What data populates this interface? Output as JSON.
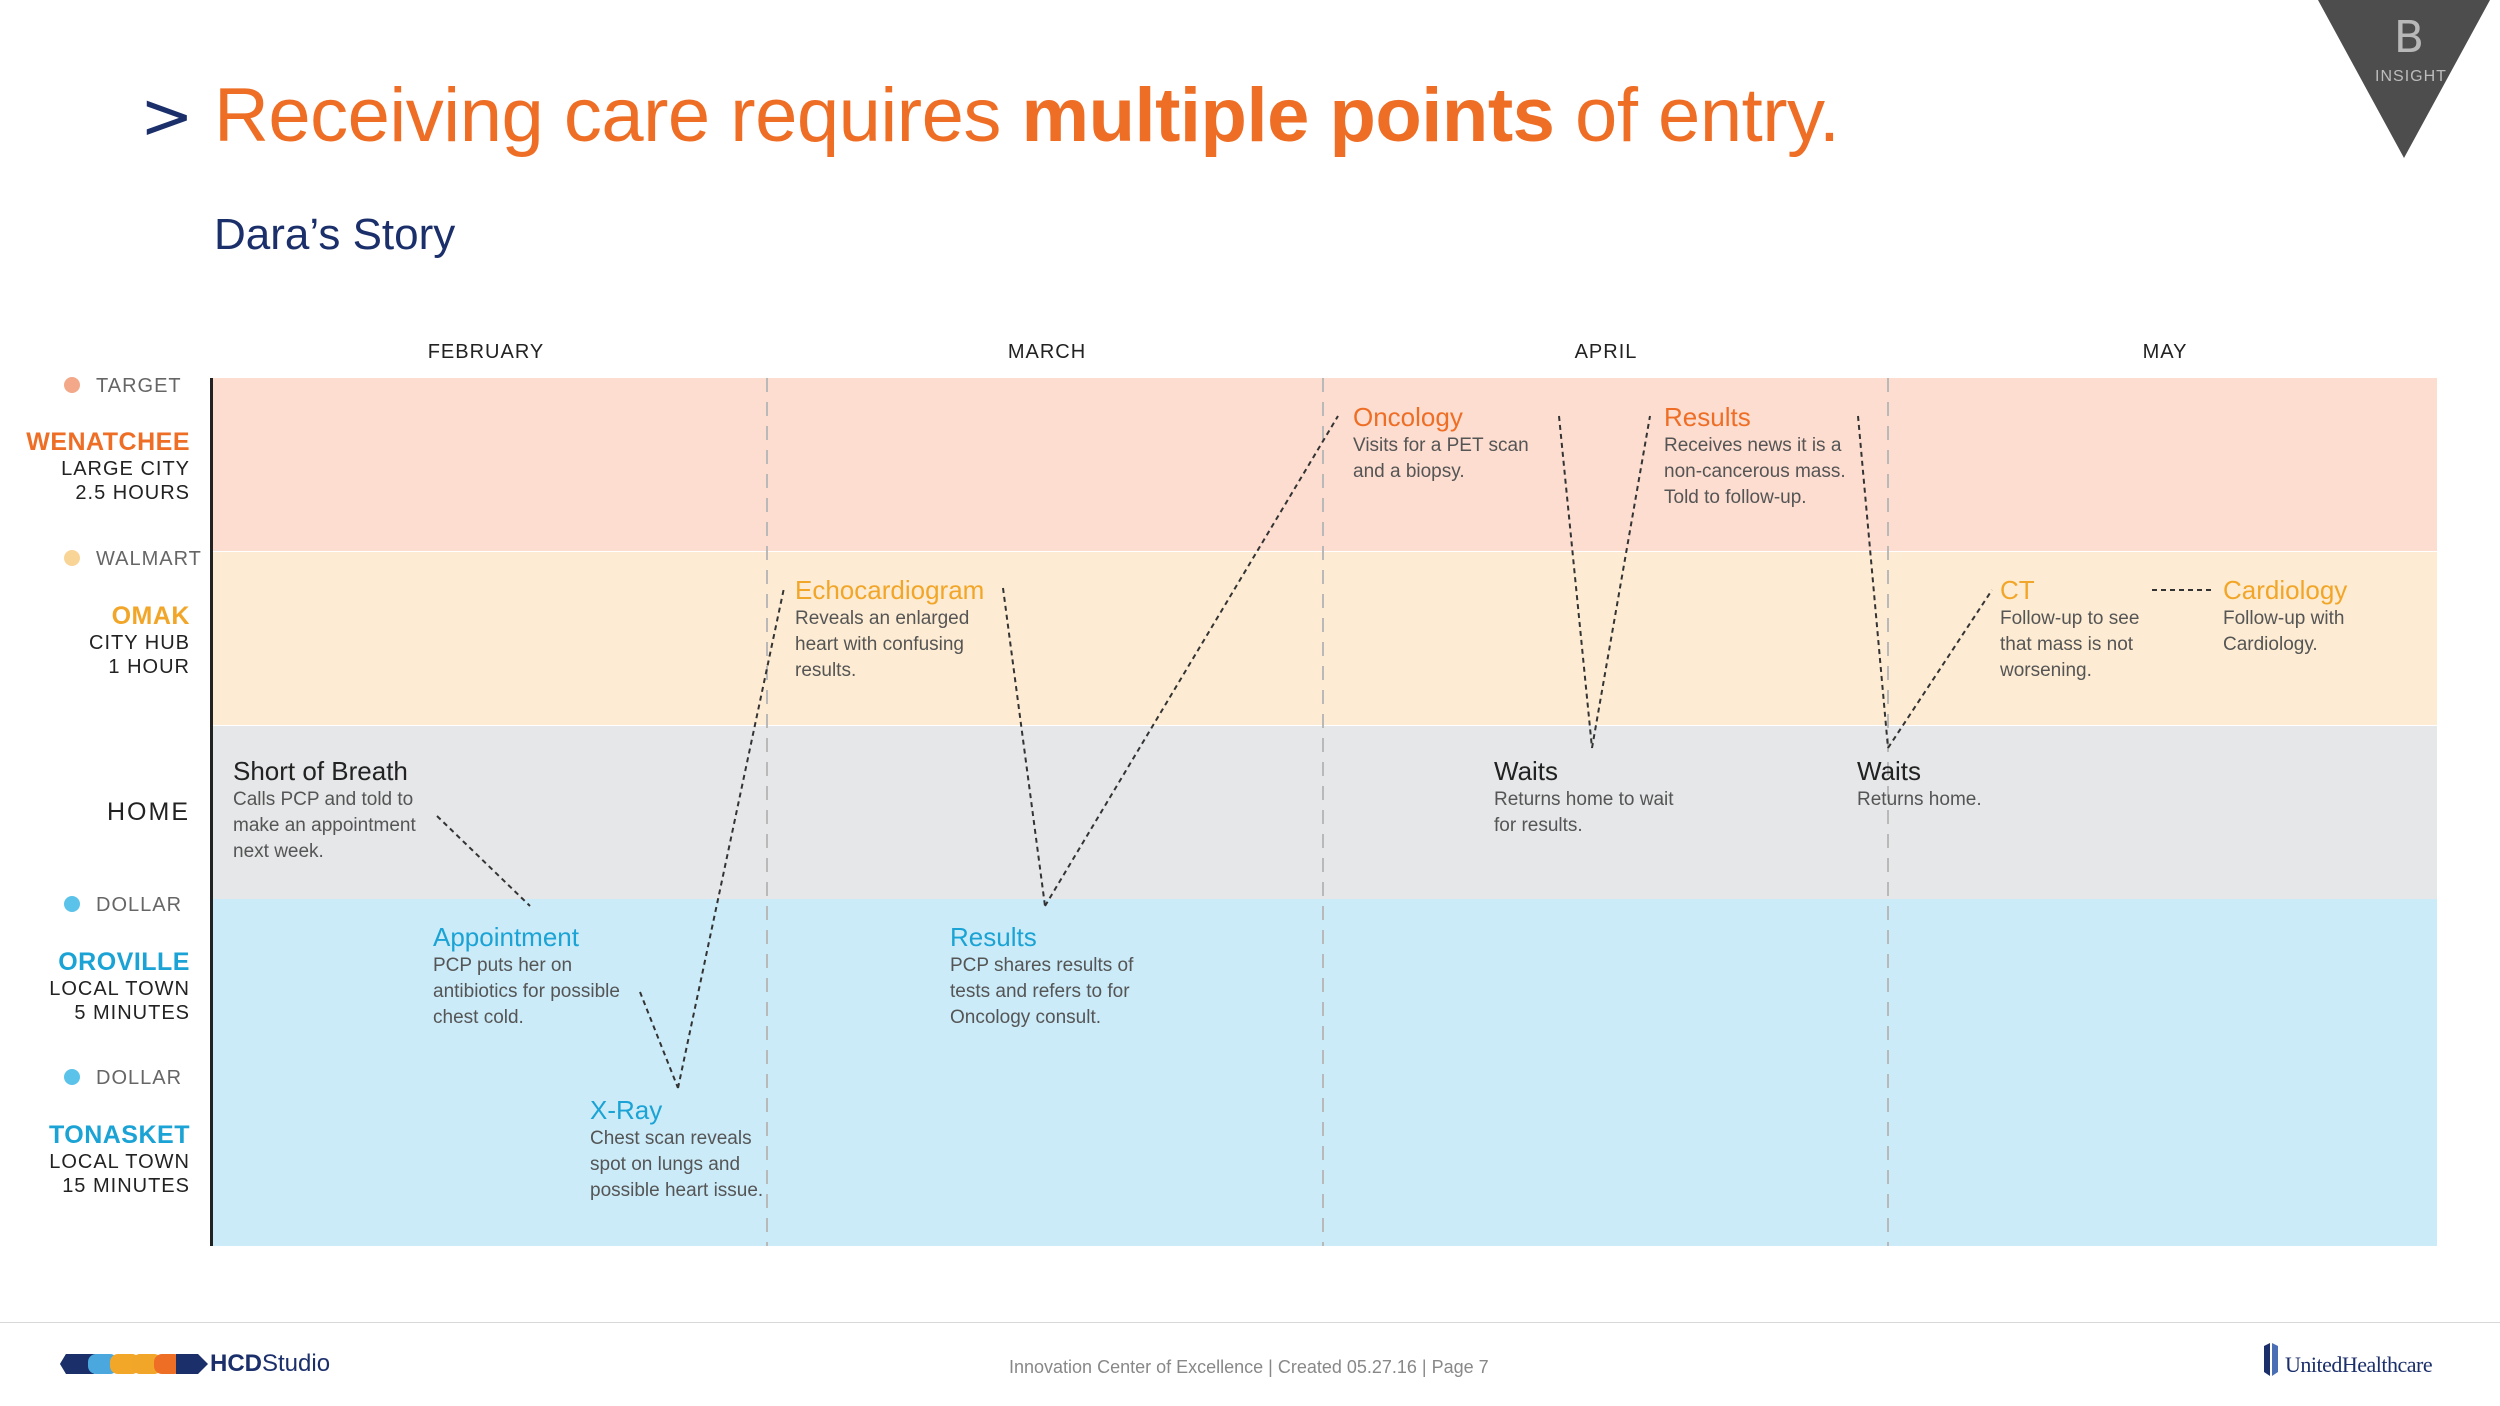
{
  "header": {
    "chevron": ">",
    "title_pre": "Receiving care requires ",
    "title_bold": "multiple points",
    "title_post": " of entry.",
    "subtitle": "Dara’s Story"
  },
  "badge": {
    "letter": "B",
    "label": "INSIGHT"
  },
  "months": [
    "FEBRUARY",
    "MARCH",
    "APRIL",
    "MAY"
  ],
  "rows": {
    "target": {
      "store": "TARGET",
      "city": "WENATCHEE",
      "size": "LARGE CITY",
      "distance": "2.5 HOURS"
    },
    "walmart": {
      "store": "WALMART",
      "city": "OMAK",
      "size": "CITY HUB",
      "distance": "1 HOUR"
    },
    "home": {
      "label": "HOME"
    },
    "dollar1": {
      "store": "DOLLAR",
      "city": "OROVILLE",
      "size": "LOCAL TOWN",
      "distance": "5 MINUTES"
    },
    "dollar2": {
      "store": "DOLLAR",
      "city": "TONASKET",
      "size": "LOCAL TOWN",
      "distance": "15 MINUTES"
    }
  },
  "events": {
    "short_of_breath": {
      "title": "Short of Breath",
      "lines": [
        "Calls PCP and told to",
        "make an appointment",
        "next week."
      ]
    },
    "appointment": {
      "title": "Appointment",
      "lines": [
        "PCP puts her on",
        "antibiotics for possible",
        "chest cold."
      ]
    },
    "xray": {
      "title": "X-Ray",
      "lines": [
        "Chest scan reveals",
        "spot on lungs and",
        "possible heart issue."
      ]
    },
    "echo": {
      "title": "Echocardiogram",
      "lines": [
        "Reveals an enlarged",
        "heart with confusing",
        "results."
      ]
    },
    "results_march": {
      "title": "Results",
      "lines": [
        "PCP shares results of",
        "tests and refers to for",
        "Oncology consult."
      ]
    },
    "oncology": {
      "title": "Oncology",
      "lines": [
        "Visits for a PET scan",
        "and a biopsy."
      ]
    },
    "waits1": {
      "title": "Waits",
      "lines": [
        "Returns home to wait",
        "for results."
      ]
    },
    "results_april": {
      "title": "Results",
      "lines": [
        "Receives news it is a",
        "non-cancerous mass.",
        "Told to follow-up."
      ]
    },
    "waits2": {
      "title": "Waits",
      "lines": [
        "Returns home."
      ]
    },
    "ct": {
      "title": "CT",
      "lines": [
        "Follow-up to see",
        "that mass is not",
        "worsening."
      ]
    },
    "cardiology": {
      "title": "Cardiology",
      "lines": [
        "Follow-up with",
        "Cardiology."
      ]
    }
  },
  "colors": {
    "orange": "#ee6e26",
    "amber": "#f2a629",
    "blue": "#1aa3d4",
    "navy": "#1b2f6b",
    "band_target": "#fcddd0",
    "band_walmart": "#fdecd3",
    "band_home": "#e6e7e8",
    "band_dollar": "#cbebf9"
  },
  "footer": {
    "brand_bold": "HCD",
    "brand_rest": "Studio",
    "center": "Innovation Center of Excellence  |  Created 05.27.16  |  Page 7",
    "logo_text": "UnitedHealthcare"
  }
}
